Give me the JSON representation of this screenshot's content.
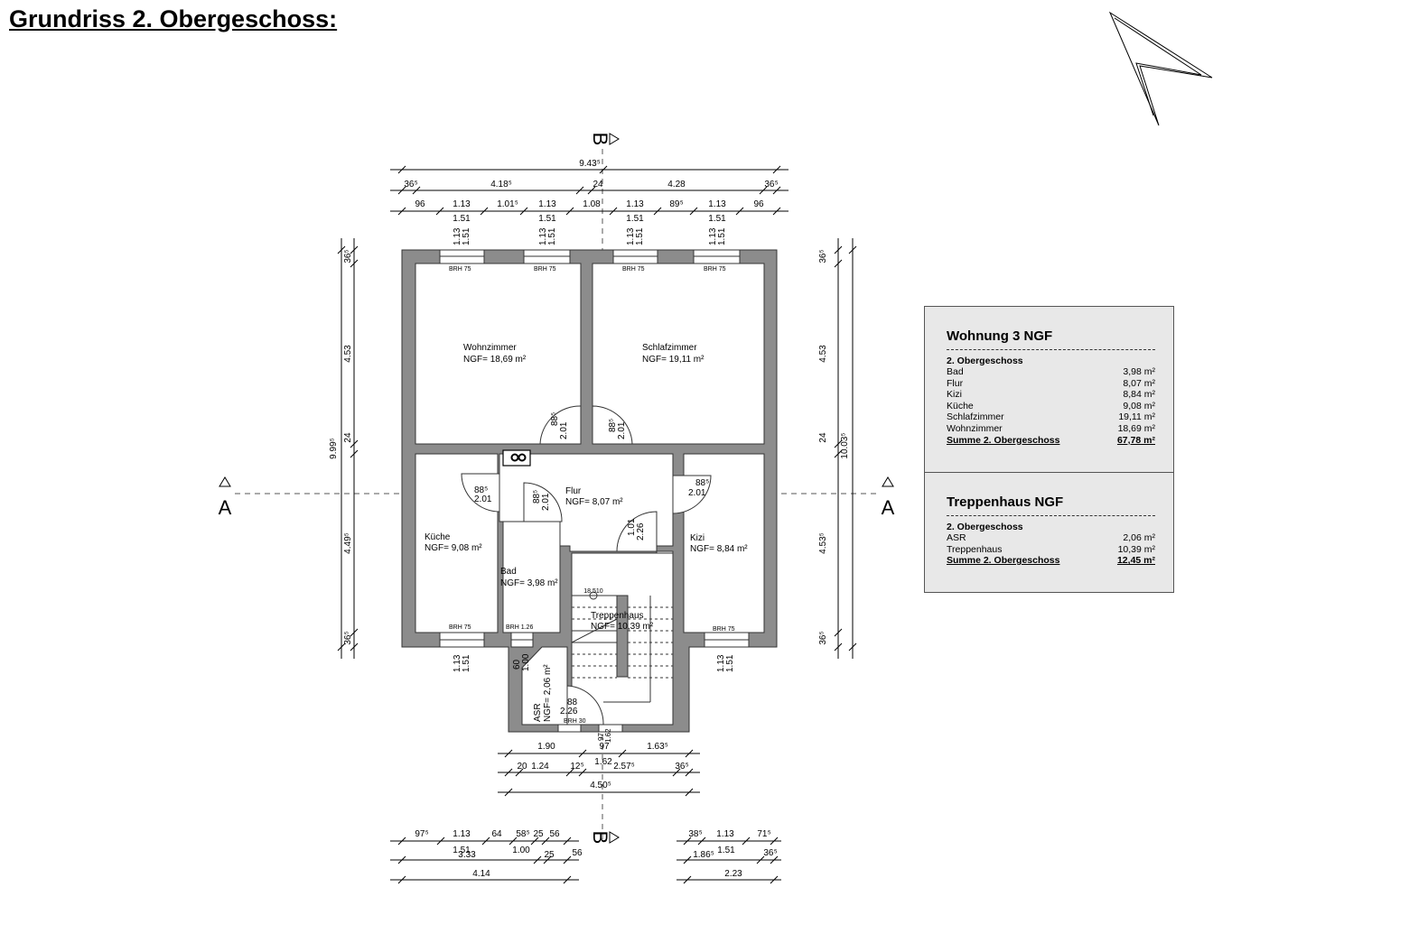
{
  "title": "Grundriss 2. Obergeschoss:",
  "section_marks": {
    "a": "A",
    "b": "B"
  },
  "rooms": [
    {
      "id": "wohnzimmer",
      "name": "Wohnzimmer",
      "area": "NGF= 18,69 m²"
    },
    {
      "id": "schlafzimmer",
      "name": "Schlafzimmer",
      "area": "NGF= 19,11 m²"
    },
    {
      "id": "flur",
      "name": "Flur",
      "area": "NGF= 8,07 m²"
    },
    {
      "id": "kueche",
      "name": "Küche",
      "area": "NGF= 9,08 m²"
    },
    {
      "id": "kizi",
      "name": "Kizi",
      "area": "NGF= 8,84 m²"
    },
    {
      "id": "bad",
      "name": "Bad",
      "area": "NGF= 3,98 m²"
    },
    {
      "id": "treppenhaus",
      "name": "Treppenhaus",
      "area": "NGF= 10,39 m²"
    },
    {
      "id": "asr",
      "name": "ASR",
      "area": "NGF= 2,06 m²"
    }
  ],
  "brh": {
    "a": "BRH 75",
    "b": "BRH 1.26",
    "c": "BRH 30"
  },
  "stair_level": "18,510",
  "dims_top": {
    "overall": "9.43⁵",
    "row2": [
      "36⁵",
      "4.18⁵",
      "24",
      "4.28",
      "36⁵"
    ],
    "row3": [
      "96",
      "1.13",
      "1.01⁵",
      "1.13",
      "1.08",
      "1.13",
      "89⁵",
      "1.13",
      "96"
    ],
    "row4": [
      "1.51",
      "1.51",
      "1.51",
      "1.51"
    ],
    "window_v": [
      "1.13",
      "1.51"
    ]
  },
  "dims_left": {
    "overall": "9.99⁵",
    "parts": [
      "36⁵",
      "4.53",
      "24",
      "4.49⁵",
      "36⁵"
    ]
  },
  "dims_right": {
    "overall": "10.03⁵",
    "parts": [
      "36⁵",
      "4.53",
      "24",
      "4.53⁵",
      "36⁵"
    ]
  },
  "doors": {
    "d88": "88⁵",
    "d201": "2.01",
    "d101": "1.01",
    "d226": "2.26",
    "d60": "60",
    "d100": "1.00",
    "d88b": "88",
    "d97": "97",
    "d162": "1.62"
  },
  "dims_bottom": {
    "row1": [
      "1.90",
      "97",
      "1.63⁵"
    ],
    "row2": [
      "20",
      "1.24",
      "12⁵",
      "1.62",
      "2.57⁵",
      "36⁵"
    ],
    "row3": [
      "4.50⁵"
    ]
  },
  "dims_bottom_left": {
    "row1": [
      "97⁵",
      "1.13",
      "64",
      "58⁵",
      "25",
      "56"
    ],
    "row2": [
      "1.51",
      "3.33",
      "1.00",
      "25",
      "56"
    ],
    "row3": [
      "4.14"
    ]
  },
  "dims_bottom_right": {
    "row1": [
      "38⁵",
      "1.13",
      "71⁵"
    ],
    "row2": [
      "1.86⁵",
      "1.51",
      "36⁵"
    ],
    "row3": [
      "2.23"
    ]
  },
  "legend_wohnung": {
    "title": "Wohnung 3 NGF",
    "subtitle": "2. Obergeschoss",
    "rows": [
      {
        "k": "Bad",
        "v": "3,98  m²"
      },
      {
        "k": "Flur",
        "v": "8,07  m²"
      },
      {
        "k": "Kizi",
        "v": "8,84  m²"
      },
      {
        "k": "Küche",
        "v": "9,08  m²"
      },
      {
        "k": "Schlafzimmer",
        "v": "19,11  m²"
      },
      {
        "k": "Wohnzimmer",
        "v": "18,69  m²"
      }
    ],
    "sum": {
      "k": "Summe 2. Obergeschoss",
      "v": "67,78 m²"
    }
  },
  "legend_treppe": {
    "title": "Treppenhaus NGF",
    "subtitle": "2. Obergeschoss",
    "rows": [
      {
        "k": "ASR",
        "v": "2,06  m²"
      },
      {
        "k": "Treppenhaus",
        "v": "10,39  m²"
      }
    ],
    "sum": {
      "k": "Summe 2. Obergeschoss",
      "v": "12,45 m²"
    }
  }
}
